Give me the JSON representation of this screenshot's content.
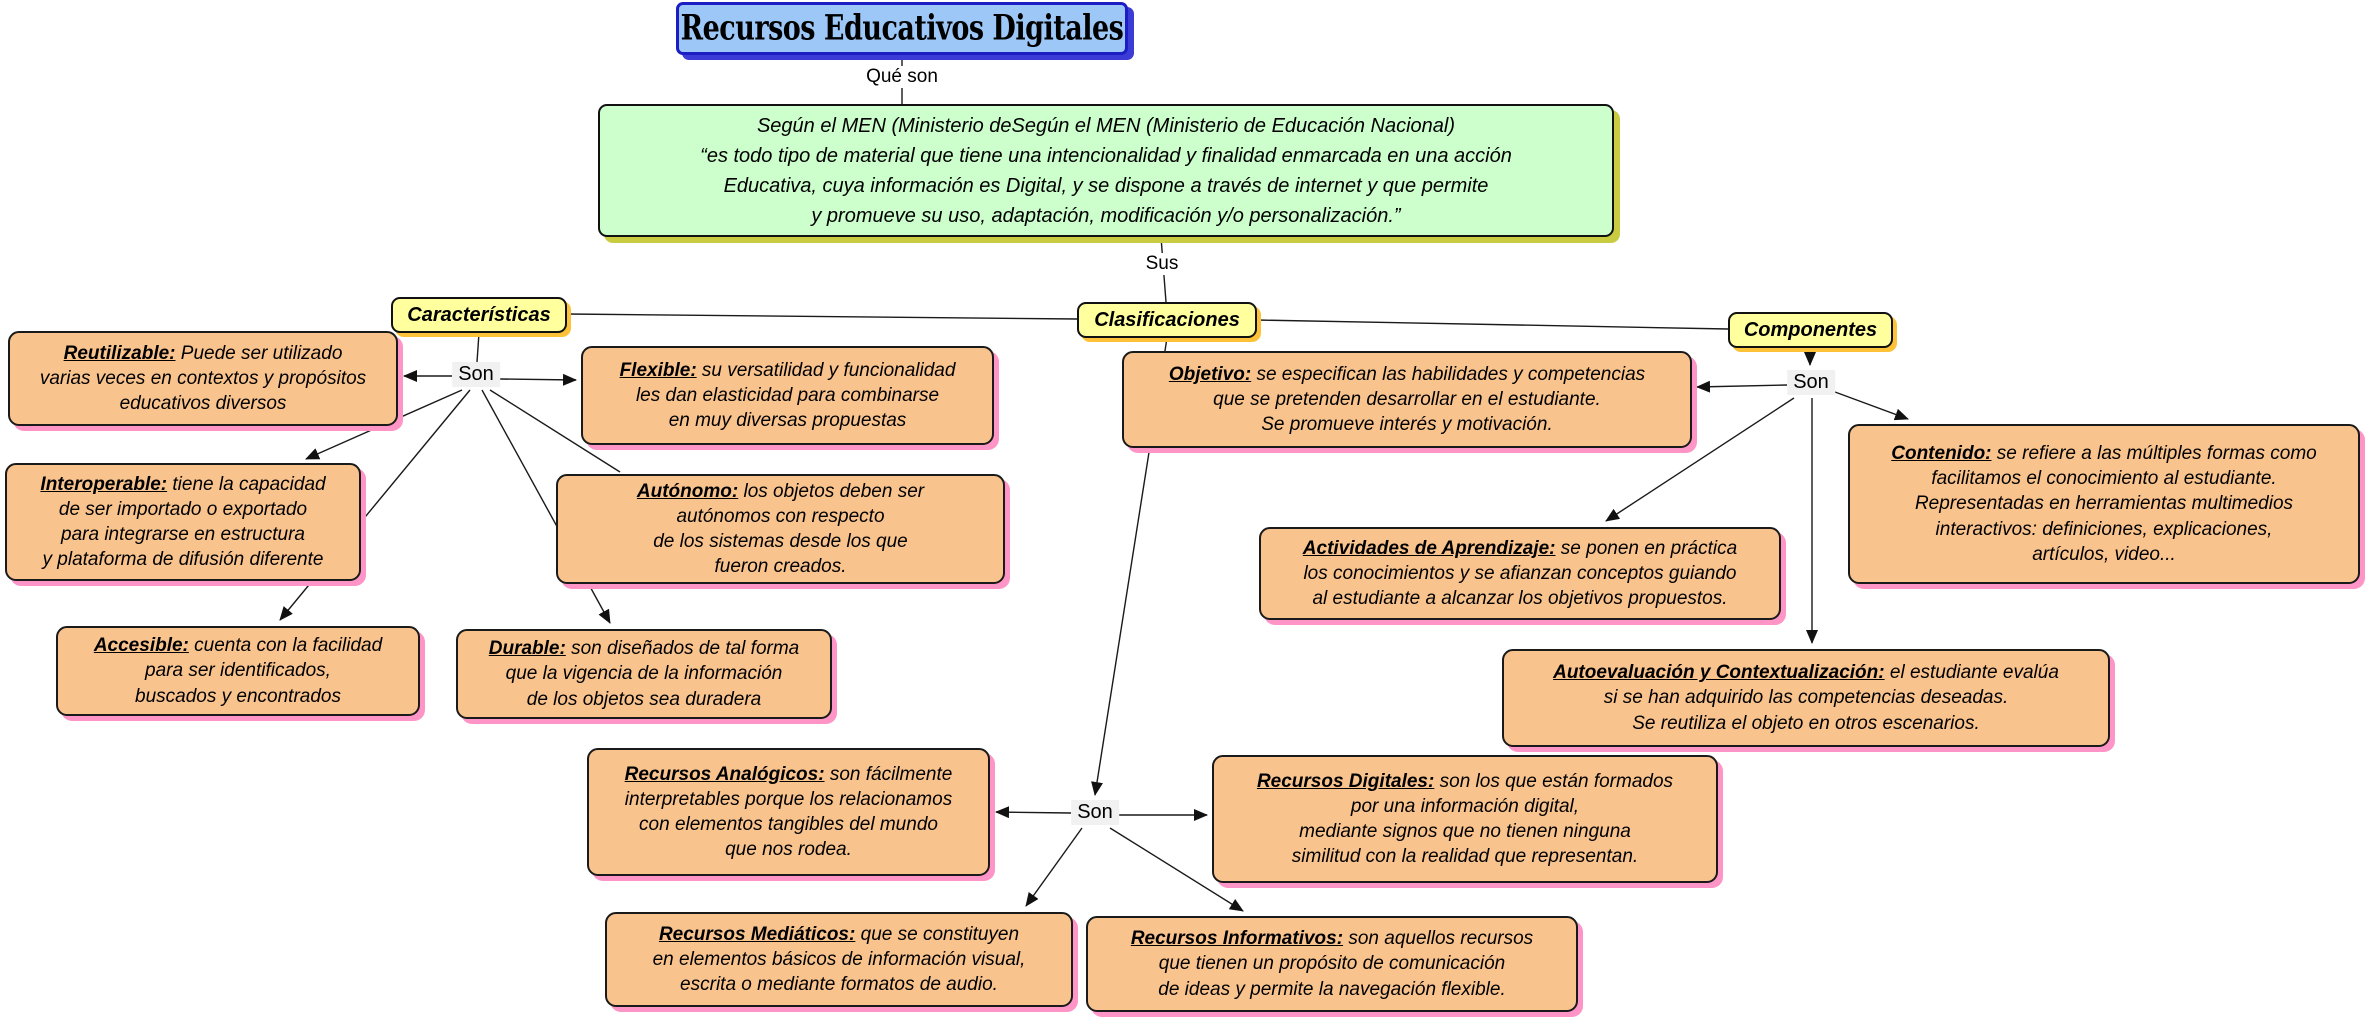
{
  "title": {
    "text": "Recursos Educativos Digitales"
  },
  "links": {
    "que_son": "Qué son",
    "sus": "Sus",
    "son": "Son"
  },
  "definition": {
    "text": "Según el MEN (Ministerio deSegún el MEN (Ministerio de Educación Nacional)\n“es todo tipo de material que tiene una intencionalidad y finalidad enmarcada en una acción\nEducativa, cuya información es Digital, y se dispone a través de internet y que permite\ny promueve su uso, adaptación, modificación y/o personalización.”"
  },
  "categories": {
    "caracteristicas": "Características",
    "clasificaciones": "Clasificaciones",
    "componentes": "Componentes"
  },
  "concepts": {
    "reutilizable": {
      "term": "Reutilizable:",
      "desc": " Puede ser utilizado\nvarias veces en contextos y propósitos\neducativos diversos"
    },
    "interoperable": {
      "term": "Interoperable:",
      "desc": " tiene la capacidad\nde ser importado o exportado\npara integrarse en estructura\ny plataforma de difusión diferente"
    },
    "accesible": {
      "term": "Accesible:",
      "desc": " cuenta con la facilidad\npara ser identificados,\nbuscados y encontrados"
    },
    "flexible": {
      "term": "Flexible:",
      "desc": " su versatilidad y funcionalidad\nles dan elasticidad para combinarse\nen muy diversas propuestas"
    },
    "autonomo": {
      "term": "Autónomo:",
      "desc": " los objetos deben ser\nautónomos con respecto\nde los sistemas desde los que\nfueron creados."
    },
    "durable": {
      "term": "Durable:",
      "desc": " son diseñados de tal forma\nque la vigencia de la información\nde los objetos sea duradera"
    },
    "objetivo": {
      "term": "Objetivo:",
      "desc": " se especifican las habilidades y competencias\nque se pretenden desarrollar en el estudiante.\nSe promueve interés y motivación."
    },
    "actividades": {
      "term": "Actividades de Aprendizaje:",
      "desc": " se ponen en práctica\nlos conocimientos y se afianzan conceptos guiando\nal estudiante a alcanzar los objetivos propuestos."
    },
    "contenido": {
      "term": "Contenido:",
      "desc": " se refiere a las múltiples formas como\nfacilitamos el conocimiento al estudiante.\nRepresentadas en herramientas multimedios\ninteractivos: definiciones, explicaciones,\nartículos, video..."
    },
    "autoevaluacion": {
      "term": "Autoevaluación y Contextualización:",
      "desc": " el estudiante evalúa\nsi se han adquirido las competencias deseadas.\nSe reutiliza el objeto en otros escenarios."
    },
    "analogicos": {
      "term": "Recursos Analógicos:",
      "desc": " son fácilmente\ninterpretables porque los relacionamos\ncon elementos tangibles del mundo\nque nos rodea."
    },
    "digitales": {
      "term": "Recursos Digitales:",
      "desc": " son los que están formados\npor una información digital,\nmediante signos que no tienen ninguna\nsimilitud con la realidad que representan."
    },
    "mediaticos": {
      "term": "Recursos Mediáticos:",
      "desc": " que se constituyen\nen elementos básicos de información visual,\nescrita o mediante formatos de audio."
    },
    "informativos": {
      "term": "Recursos Informativos:",
      "desc": " son aquellos recursos\nque tienen un propósito de comunicación\nde ideas y permite la navegación flexible."
    }
  },
  "colors": {
    "title_fill": "#9cc7f7",
    "title_border": "#1d1dc4",
    "title_shadow": "#3b3bd6",
    "definition_fill": "#ccffcc",
    "definition_shadow": "#c9cc41",
    "category_fill": "#ffff9e",
    "category_shadow": "#fdc237",
    "concept_fill": "#f9c38e",
    "concept_shadow": "#ff94c6",
    "line": "#1a1a1a"
  }
}
